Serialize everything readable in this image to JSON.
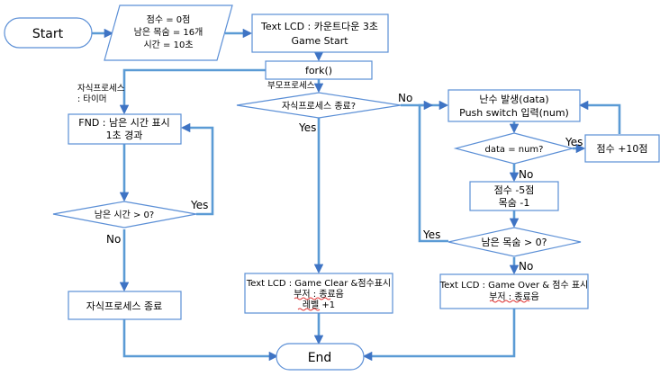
{
  "diagram": {
    "start": "Start",
    "end": "End",
    "init": {
      "line1": "점수 = 0점",
      "line2": "남은 목숨 = 16개",
      "line3": "시간 = 10초"
    },
    "lcd_start": {
      "line1": "Text LCD : 카운트다운 3초",
      "line2": "Game Start"
    },
    "fork": "fork()",
    "child_label": {
      "line1": "자식프로세스",
      "line2": ": 타이머"
    },
    "parent_label": "부모프로세스",
    "fnd": {
      "line1": "FND : 남은 시간 표시",
      "line2": "1초 경과"
    },
    "time_check": "남은 시간 > 0?",
    "child_end": "자식프로세스 종료",
    "child_exit_check": "자식프로세스 종료?",
    "game_clear": {
      "line1": "Text LCD : Game Clear &점수표시",
      "line2": "부저 : 종료음",
      "line3": "레벨 +1"
    },
    "random": {
      "line1": "난수 발생(data)",
      "line2": "Push switch 입력(num)"
    },
    "data_check": "data = num?",
    "score_plus": "점수 +10점",
    "penalty": {
      "line1": "점수 -5점",
      "line2": "목숨 -1"
    },
    "lives_check": "남은 목숨 > 0?",
    "game_over": {
      "line1": "Text LCD : Game Over & 점수 표시",
      "line2": "부저 : 종료음"
    },
    "yes": "Yes",
    "no": "No"
  }
}
